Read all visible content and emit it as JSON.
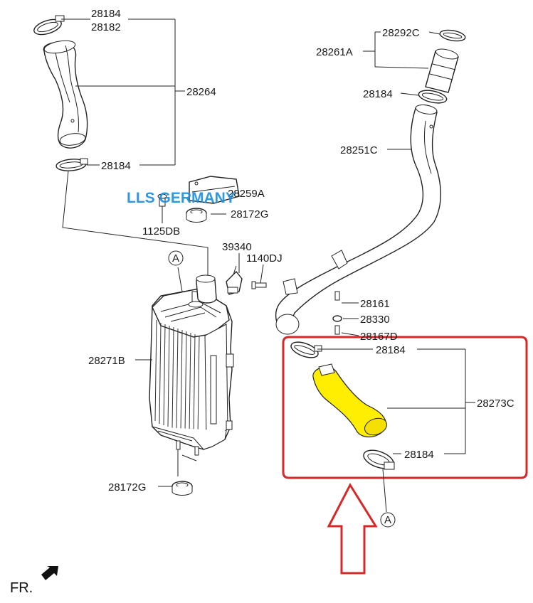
{
  "watermark": "LLS GERMANY",
  "direction_label": "FR.",
  "callouts": {
    "a_top": "A",
    "a_bottom": "A"
  },
  "labels": {
    "p28184_top": "28184",
    "p28182": "28182",
    "p28264": "28264",
    "p28184_left_clamp": "28184",
    "p28259A": "28259A",
    "p28172G_top": "28172G",
    "p1125DB": "1125DB",
    "p39340": "39340",
    "p1140DJ": "1140DJ",
    "p28271B": "28271B",
    "p28172G_bottom": "28172G",
    "p28292C": "28292C",
    "p28261A": "28261A",
    "p28184_right_top": "28184",
    "p28251C": "28251C",
    "p28161": "28161",
    "p28330": "28330",
    "p28167D": "28167D",
    "p28184_hl_top": "28184",
    "p28273C": "28273C",
    "p28184_hl_bottom": "28184"
  },
  "colors": {
    "highlight_frame": "#d62828",
    "highlight_part": "#ffee00",
    "arrow": "#d62828",
    "watermark": "#1e90e0"
  }
}
